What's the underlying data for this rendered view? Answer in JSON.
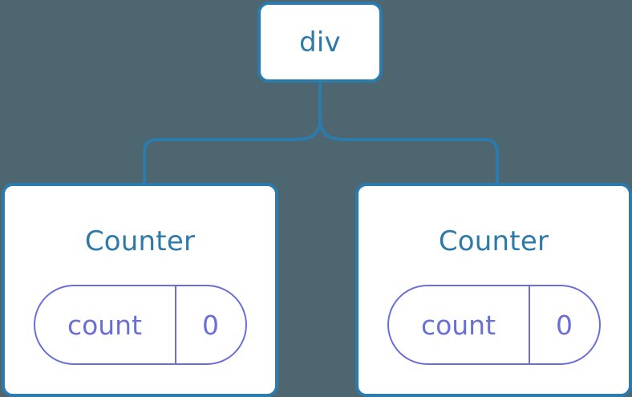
{
  "diagram": {
    "type": "component-tree",
    "background_color": "#4d666f",
    "node_border_color": "#2b7cad",
    "node_background_color": "#ffffff",
    "node_title_color": "#2d79a8",
    "state_pill_color": "#6a6fd8",
    "connector_color": "#2b7cad",
    "root": {
      "label": "div"
    },
    "children": [
      {
        "label": "Counter",
        "state": {
          "key": "count",
          "value": "0"
        }
      },
      {
        "label": "Counter",
        "state": {
          "key": "count",
          "value": "0"
        }
      }
    ]
  }
}
